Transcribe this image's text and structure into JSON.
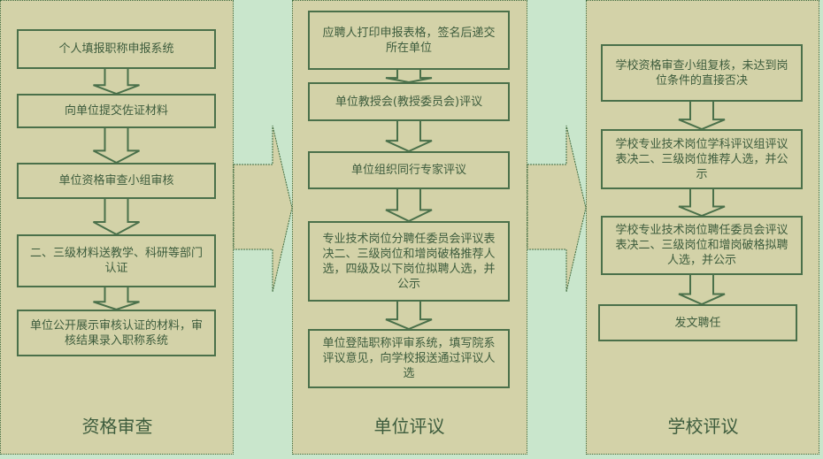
{
  "columns": [
    {
      "title": "资格审查",
      "steps": [
        "个人填报职称申报系统",
        "向单位提交佐证材料",
        "单位资格审查小组审核",
        "二、三级材料送教学、科研等部门认证",
        "单位公开展示审核认证的材料，审核结果录入职称系统"
      ]
    },
    {
      "title": "单位评议",
      "steps": [
        "应聘人打印申报表格，签名后递交所在单位",
        "单位教授会(教授委员会)评议",
        "单位组织同行专家评议",
        "专业技术岗位分聘任委员会评议表决二、三级岗位和增岗破格推荐人选，四级及以下岗位拟聘人选，并公示",
        "单位登陆职称评审系统，填写院系评议意见，向学校报送通过评议人选"
      ]
    },
    {
      "title": "学校评议",
      "steps": [
        "学校资格审查小组复核，未达到岗位条件的直接否决",
        "学校专业技术岗位学科评议组评议表决二、三级岗位推荐人选，并公示",
        "学校专业技术岗位聘任委员会评议表决二、三级岗位和增岗破格拟聘人选，并公示",
        "发文聘任"
      ]
    }
  ],
  "colors": {
    "panel": "#d3d2a8",
    "background": "#c9e6cc",
    "border": "#4a704a",
    "text": "#3d5c3d"
  }
}
